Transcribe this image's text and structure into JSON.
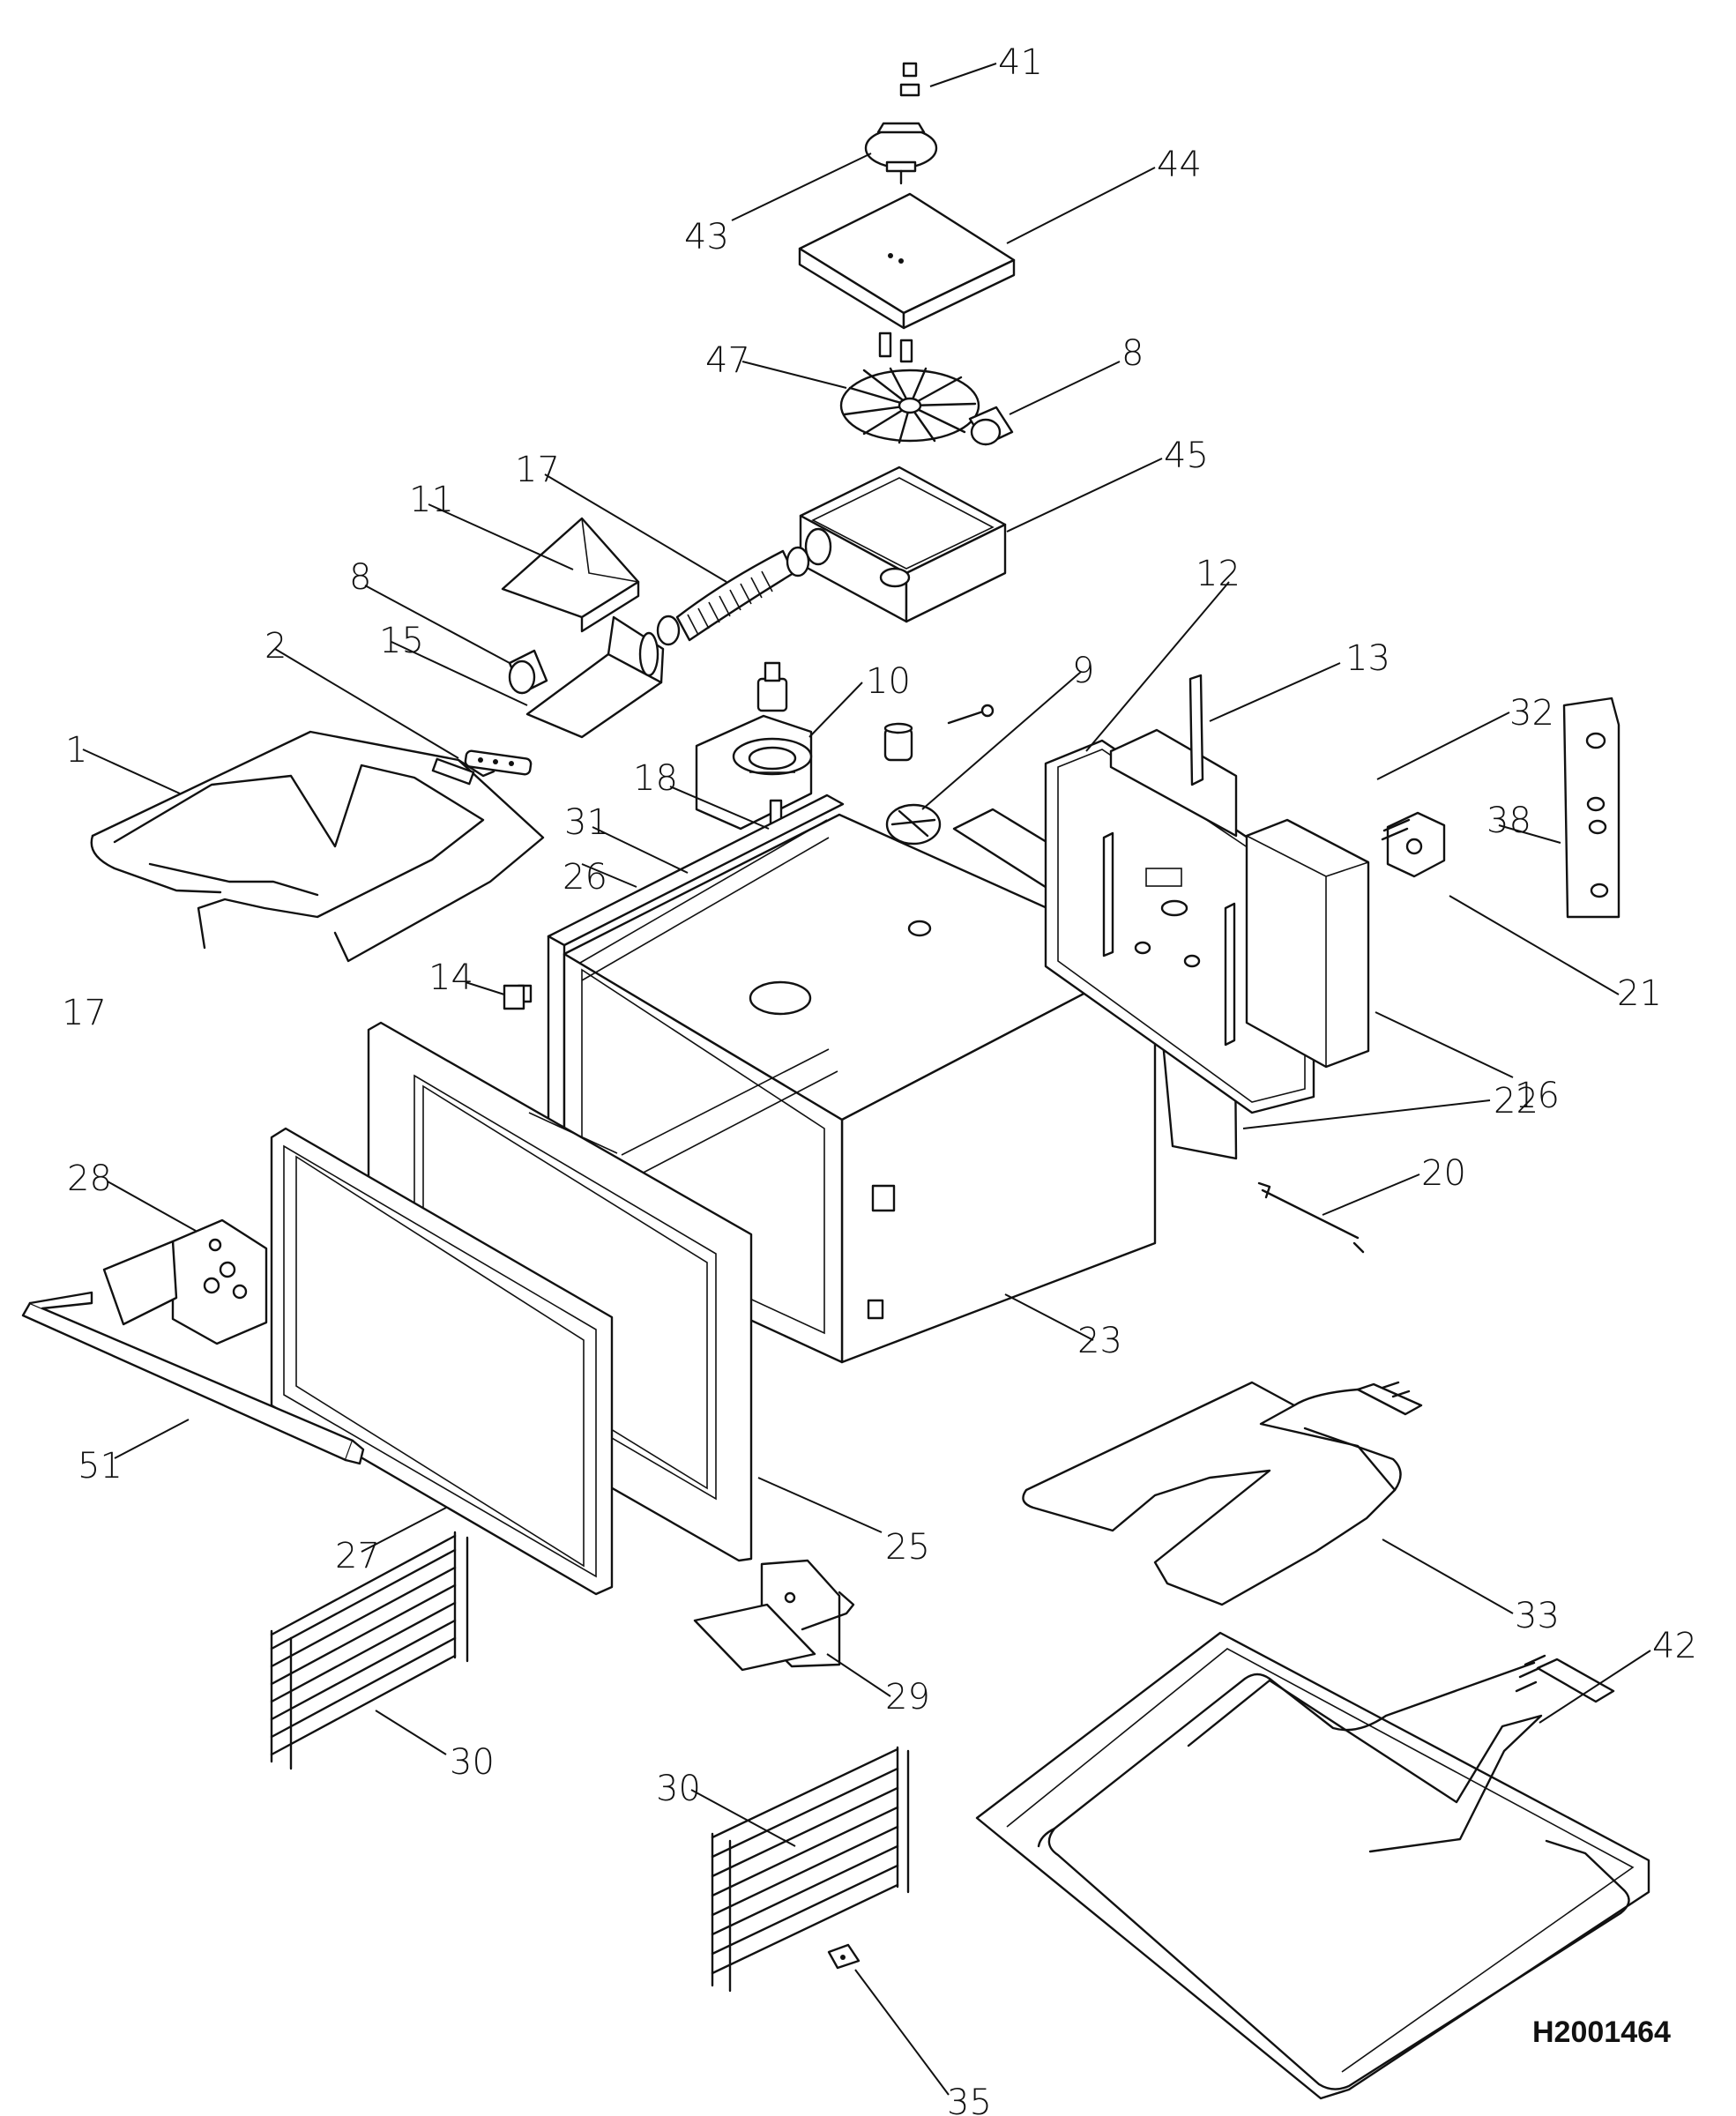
{
  "diagram": {
    "drawing_code": "H2001464",
    "callouts": [
      "41",
      "43",
      "44",
      "47",
      "8",
      "45",
      "17",
      "11",
      "8",
      "12",
      "13",
      "32",
      "10",
      "9",
      "15",
      "2",
      "1",
      "18",
      "31",
      "26",
      "14",
      "17",
      "38",
      "21",
      "16",
      "22",
      "20",
      "28",
      "23",
      "51",
      "27",
      "25",
      "33",
      "29",
      "42",
      "30",
      "30",
      "35"
    ]
  },
  "colors": {
    "line": "#111111",
    "background": "#ffffff"
  }
}
